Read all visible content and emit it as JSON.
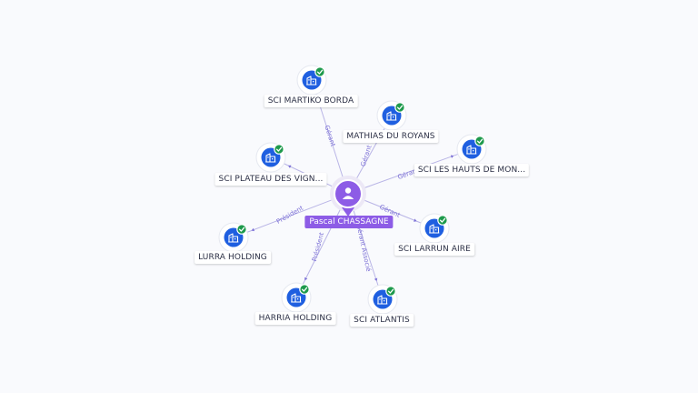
{
  "center": {
    "name": "Pascal CHASSAGNE",
    "icon": "person-icon",
    "color": "#8d5ce6"
  },
  "nodes": [
    {
      "id": "martiko",
      "label": "SCI MARTIKO BORDA",
      "role": "Gérant",
      "icon": "building-icon",
      "verified": true
    },
    {
      "id": "mathias",
      "label": "MATHIAS DU ROYANS",
      "role": "Gérant",
      "icon": "building-icon",
      "verified": true
    },
    {
      "id": "hauts",
      "label": "SCI LES HAUTS DE MON...",
      "role": "Gérant",
      "icon": "building-icon",
      "verified": true
    },
    {
      "id": "plateau",
      "label": "SCI PLATEAU DES VIGN...",
      "role": "",
      "icon": "building-icon",
      "verified": true
    },
    {
      "id": "larrun",
      "label": "SCI LARRUN AIRE",
      "role": "Gérant",
      "icon": "building-icon",
      "verified": true
    },
    {
      "id": "lurra",
      "label": "LURRA HOLDING",
      "role": "Président",
      "icon": "building-icon",
      "verified": true
    },
    {
      "id": "harria",
      "label": "HARRIA HOLDING",
      "role": "Président",
      "icon": "building-icon",
      "verified": true
    },
    {
      "id": "atlantis",
      "label": "SCI ATLANTIS",
      "role": "Gérant Associé",
      "icon": "building-icon",
      "verified": true
    }
  ],
  "colors": {
    "node": "#1f5fe0",
    "check": "#1e9a4c",
    "edge": "#b9b5e6",
    "edge_label": "#7b6fd6"
  }
}
